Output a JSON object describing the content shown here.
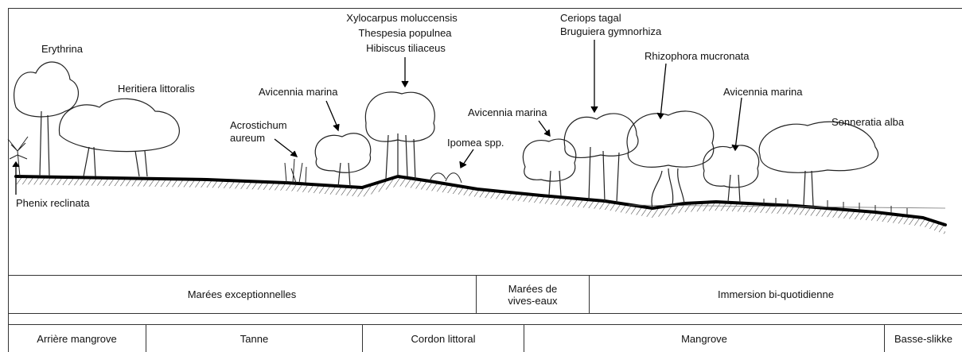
{
  "species": {
    "erythrina": "Erythrina",
    "heritiera": "Heritiera littoralis",
    "phenix": "Phenix reclinata",
    "acrostichum": "Acrostichum aureum",
    "avicennia_1": "Avicennia marina",
    "xylocarpus": "Xylocarpus moluccensis",
    "thespesia": "Thespesia populnea",
    "hibiscus": "Hibiscus tiliaceus",
    "ipomea": "Ipomea spp.",
    "avicennia_2": "Avicennia marina",
    "ceriops": "Ceriops tagal",
    "bruguiera": "Bruguiera gymnorhiza",
    "rhizophora": "Rhizophora mucronata",
    "avicennia_3": "Avicennia marina",
    "sonneratia": "Sonneratia alba"
  },
  "tides": [
    "Marées exceptionnelles",
    "Marées de vives-eaux",
    "Immersion bi-quotidienne"
  ],
  "zones": [
    "Arrière mangrove",
    "Tanne",
    "Cordon littoral",
    "Mangrove",
    "Basse-slikke"
  ],
  "colors": {
    "ink": "#111111",
    "line": "#333333"
  }
}
